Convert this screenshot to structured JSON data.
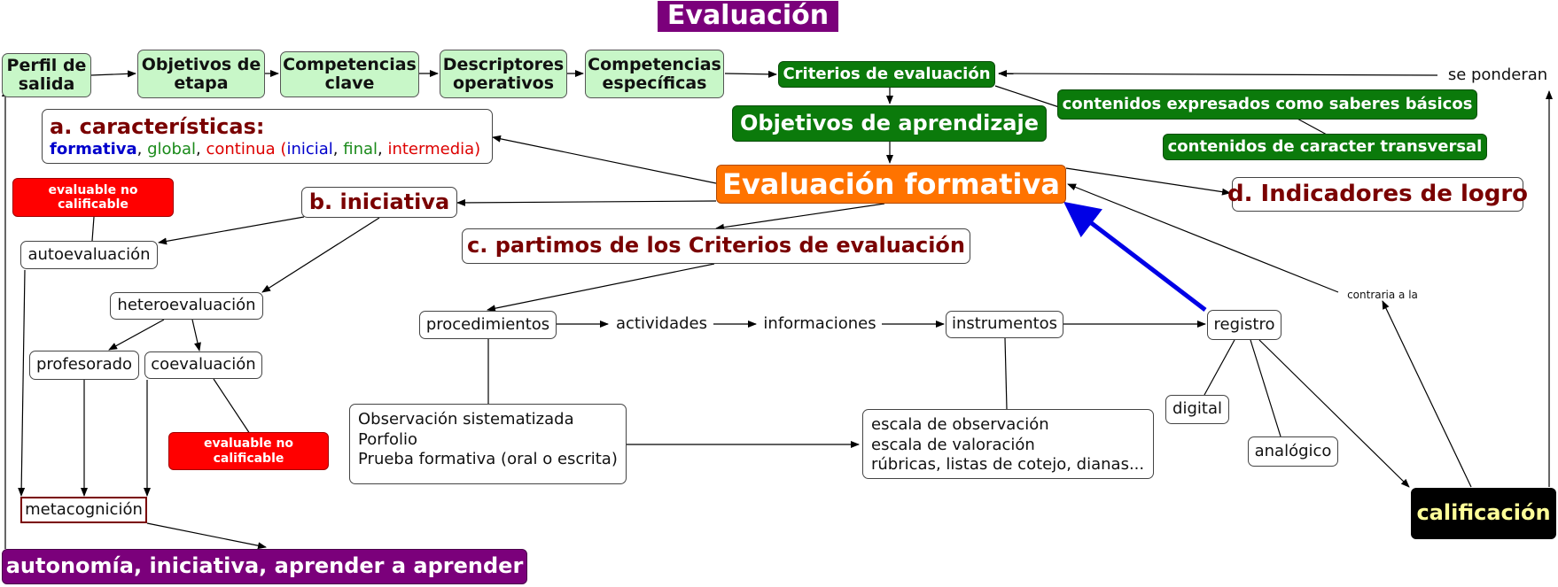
{
  "title": "Evaluación",
  "colors": {
    "purple": "#7b007b",
    "light_green": "#c8f7c8",
    "dark_green": "#0b7a0b",
    "orange": "#ff7300",
    "red": "#ff0000",
    "maroon": "#7a0000",
    "blue_arrow": "#0000e6",
    "black": "#000000",
    "calificacion_text": "#ffff99"
  },
  "top_chain": {
    "perfil": "Perfil de salida",
    "objetivos_etapa": "Objetivos de etapa",
    "competencias_clave": "Competencias clave",
    "descriptores": "Descriptores operativos",
    "competencias_especificas": "Competencias específicas"
  },
  "criterios": "Criterios de evaluación",
  "se_ponderan": "se ponderan",
  "contenidos_saberes": "contenidos expresados como saberes básicos",
  "contenidos_transversal": "contenidos de caracter transversal",
  "objetivos_aprendizaje": "Objetivos de aprendizaje",
  "evaluacion_formativa": "Evaluación formativa",
  "caracteristicas": {
    "title": "a. características:",
    "formativa": "formativa",
    "global": "global",
    "continua": "continua",
    "inicial": "inicial",
    "final": "final",
    "intermedia": "intermedia"
  },
  "iniciativa": "b. iniciativa",
  "partimos": "c. partimos de los Criterios de evaluación",
  "indicadores": "d. Indicadores de logro",
  "evaluable_1": "evaluable no calificable",
  "evaluable_2": "evaluable no calificable",
  "autoevaluacion": "autoevaluación",
  "heteroevaluacion": "heteroevaluación",
  "profesorado": "profesorado",
  "coevaluacion": "coevaluación",
  "metacognicion": "metacognición",
  "autonomia": "autonomía, iniciativa, aprender a aprender",
  "procedimientos": "procedimientos",
  "actividades": "actividades",
  "informaciones": "informaciones",
  "instrumentos": "instrumentos",
  "registro": "registro",
  "digital": "digital",
  "analogico": "analógico",
  "contraria": "contraria a la",
  "calificacion": "calificación",
  "procedimientos_list": [
    "Observación sistematizada",
    "Porfolio",
    "Prueba formativa (oral o escrita)"
  ],
  "instrumentos_list": [
    "escala de observación",
    "escala de valoración",
    "rúbricas, listas de cotejo, dianas..."
  ]
}
